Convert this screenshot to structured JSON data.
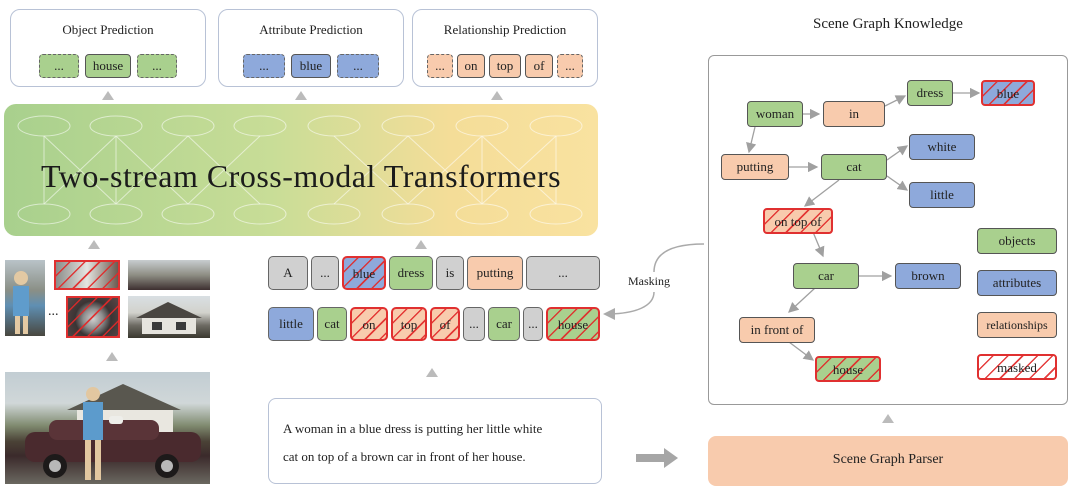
{
  "object_panel": {
    "title": "Object Prediction",
    "chips": [
      "...",
      "house",
      "..."
    ]
  },
  "attribute_panel": {
    "title": "Attribute Prediction",
    "chips": [
      "...",
      "blue",
      "..."
    ]
  },
  "relationship_panel": {
    "title": "Relationship Prediction",
    "chips": [
      "...",
      "on",
      "top",
      "of",
      "..."
    ]
  },
  "transformer": {
    "title": "Two-stream Cross-modal Transformers"
  },
  "token_row_1": [
    "A",
    "...",
    "blue",
    "dress",
    "is",
    "putting",
    "..."
  ],
  "token_row_2": [
    "little",
    "cat",
    "on",
    "top",
    "of",
    "...",
    "car",
    "...",
    "house"
  ],
  "image_ellipsis": "...",
  "masking_label": "Masking",
  "sentence": {
    "line1": "A woman in a blue dress is putting her little white",
    "line2": "cat on top of a brown car in front of her house."
  },
  "scene_graph": {
    "title": "Scene Graph Knowledge",
    "nodes": {
      "woman": "woman",
      "in": "in",
      "dress": "dress",
      "blue": "blue",
      "putting": "putting",
      "cat": "cat",
      "white": "white",
      "little": "little",
      "on_top_of": "on top of",
      "car": "car",
      "brown": "brown",
      "in_front_of": "in front of",
      "house": "house"
    },
    "legend": {
      "objects": "objects",
      "attributes": "attributes",
      "relationships": "relationships",
      "masked": "masked"
    }
  },
  "parser": {
    "label": "Scene Graph Parser"
  },
  "colors": {
    "object": "#a9d08e",
    "attribute": "#8ea9db",
    "relationship": "#f8cbad",
    "other": "#d0d0d0",
    "mask": "#e03030"
  }
}
